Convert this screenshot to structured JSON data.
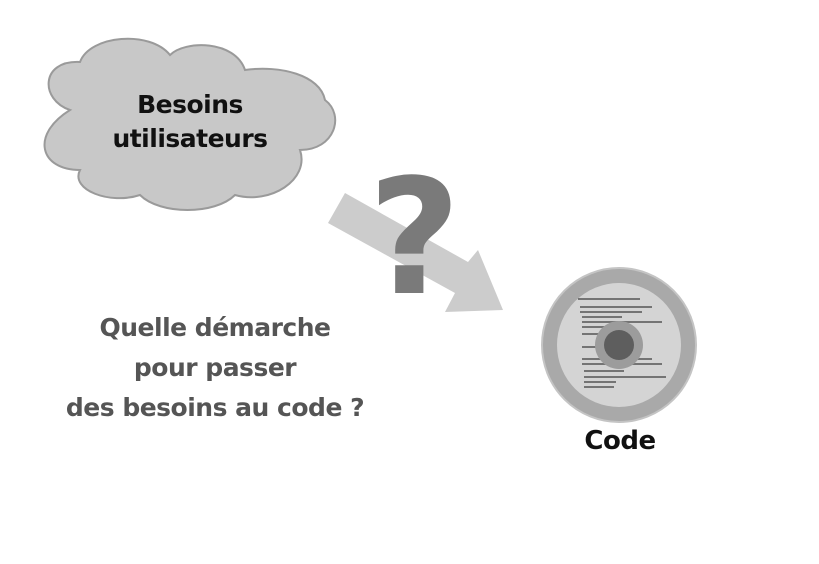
{
  "cloud": {
    "line1": "Besoins",
    "line2": "utilisateurs",
    "fill": "#c8c8c8",
    "stroke": "#9a9a9a"
  },
  "question_mark": {
    "glyph": "?",
    "color": "#7a7a7a"
  },
  "arrow": {
    "color": "#cccccc",
    "direction": "down-right"
  },
  "question": {
    "line1": "Quelle démarche",
    "line2": "pour passer",
    "line3": "des besoins au code ?"
  },
  "disc": {
    "icon": "cd-disc-icon",
    "label": "Code",
    "outer_color": "#a9a9a9",
    "inner_color": "#d4d4d4",
    "hub_color": "#5e5e5e"
  }
}
